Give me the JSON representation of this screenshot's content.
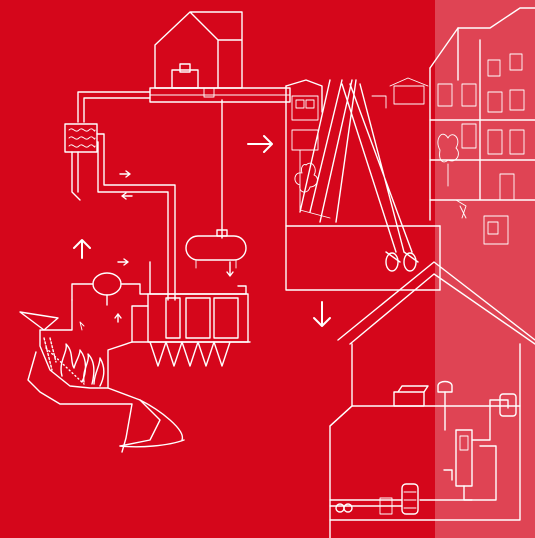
{
  "colors": {
    "background": "#d5061b",
    "overlay_panel": "#ffffff",
    "line": "#ffffff"
  },
  "overlay_opacity": 0.25,
  "sections": [
    {
      "name": "plant-house",
      "icon": "house-icon"
    },
    {
      "name": "heat-exchanger",
      "icon": "heat-exchanger-icon"
    },
    {
      "name": "storage-tank",
      "icon": "tank-icon"
    },
    {
      "name": "boiler-and-filters",
      "icon": "boiler-icon"
    },
    {
      "name": "furnace",
      "icon": "flame-icon"
    },
    {
      "name": "street-network",
      "icon": "pipe-network-icon"
    },
    {
      "name": "consumer-house",
      "icon": "house-icon"
    }
  ],
  "arrows": [
    "arrow-up-icon",
    "arrow-right-icon",
    "arrow-down-icon"
  ]
}
